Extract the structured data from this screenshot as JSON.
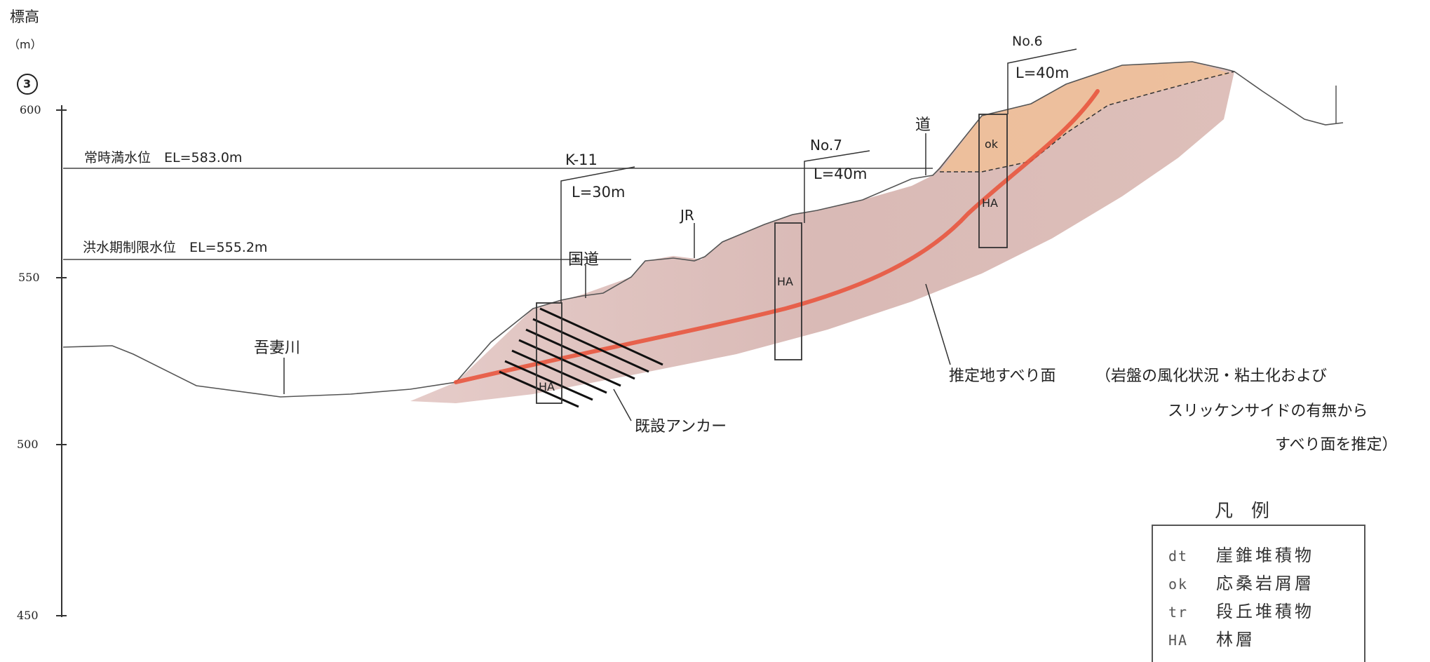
{
  "axis": {
    "title": "標高",
    "unit": "（m）",
    "section_marker": "3",
    "ticks": [
      {
        "value": 600,
        "label": "600"
      },
      {
        "value": 550,
        "label": "550"
      },
      {
        "value": 500,
        "label": "500"
      },
      {
        "value": 450,
        "label": "450"
      }
    ]
  },
  "water_levels": {
    "normal": "常時満水位　EL=583.0m",
    "flood": "洪水期制限水位　EL=555.2m"
  },
  "boreholes": [
    {
      "name": "K-11",
      "length": "L=30m",
      "layer": "HA"
    },
    {
      "name": "No.7",
      "length": "L=40m",
      "layer": "HA"
    },
    {
      "name": "No.6",
      "length": "L=40m",
      "layer": "HA",
      "upper_layer": "ok"
    }
  ],
  "features": {
    "river": "吾妻川",
    "national_road": "国道",
    "railway": "JR",
    "road": "道",
    "anchor": "既設アンカー",
    "slip_surface": "推定地すべり面",
    "note_line1": "（岩盤の風化状況・粘土化および",
    "note_line2": "スリッケンサイドの有無から",
    "note_line3": "すべり面を推定）"
  },
  "legend": {
    "title": "凡　例",
    "items": [
      {
        "code": "dt",
        "label": "崖錐堆積物"
      },
      {
        "code": "ok",
        "label": "応桑岩屑層"
      },
      {
        "code": "tr",
        "label": "段丘堆積物"
      },
      {
        "code": "HA",
        "label": "林層"
      }
    ]
  },
  "colors": {
    "slope_fill": "#d9b8b4",
    "ok_fill": "#f0bf98",
    "slip_line": "#e8573f"
  }
}
